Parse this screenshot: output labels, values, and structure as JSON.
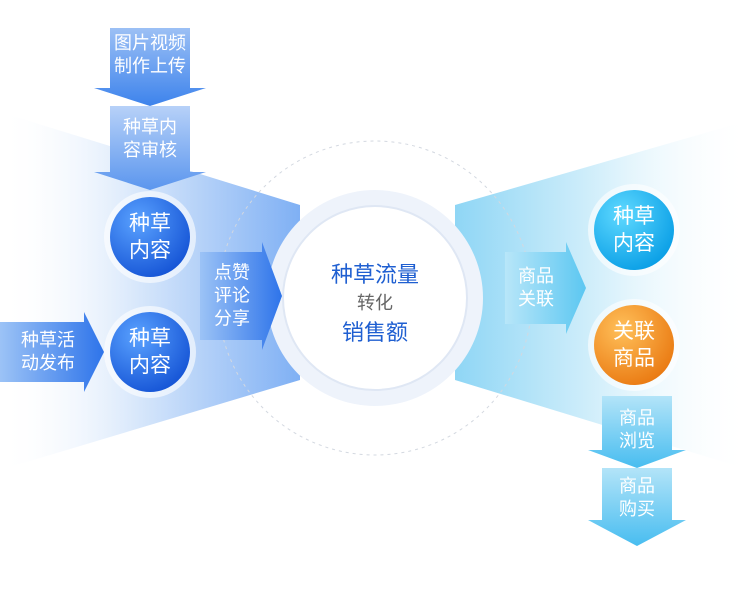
{
  "left": {
    "arrow_top_1": [
      "图片视频",
      "制作上传"
    ],
    "arrow_top_2": [
      "种草内",
      "容审核"
    ],
    "circle_1": [
      "种草",
      "内容"
    ],
    "circle_2": [
      "种草",
      "内容"
    ],
    "arrow_side": [
      "种草活",
      "动发布"
    ],
    "arrow_mid": [
      "点赞",
      "评论",
      "分享"
    ]
  },
  "center": {
    "line1": "种草流量",
    "line2": "转化",
    "line3": "销售额"
  },
  "right": {
    "arrow_mid": [
      "商品",
      "关联"
    ],
    "circle_1": [
      "种草",
      "内容"
    ],
    "circle_2": [
      "关联",
      "商品"
    ],
    "arrow_down_1": [
      "商品",
      "浏览"
    ],
    "arrow_down_2": [
      "商品",
      "购买"
    ]
  },
  "colors": {
    "left_blue": "#2c74ea",
    "right_cyan": "#20b8ee",
    "orange": "#f08a1e",
    "center_text": "#1f5fd1",
    "center_sub": "#666666"
  }
}
